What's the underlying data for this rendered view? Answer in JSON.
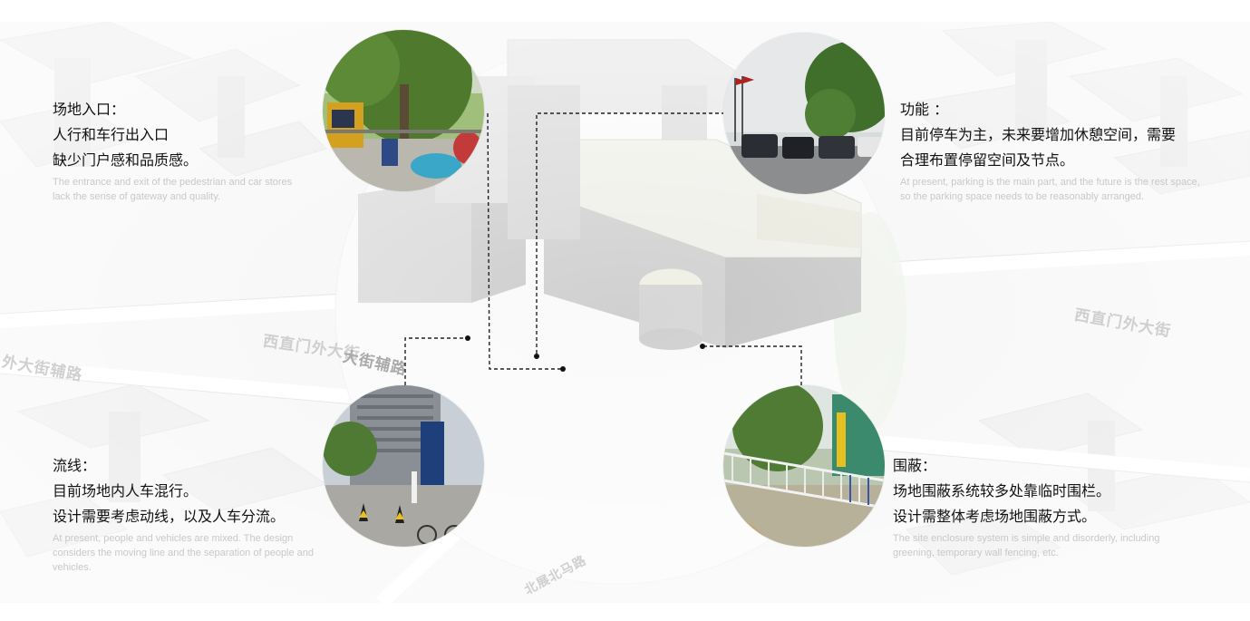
{
  "map": {
    "road_labels": [
      "西直门外大街",
      "大街辅路",
      "外大街辅路",
      "北展北马路"
    ]
  },
  "photos": [
    {
      "name": "entrance-photo",
      "subject": "entrance with trees, guard booth, parked scooters"
    },
    {
      "name": "function-photo",
      "subject": "parking lot with cars and flagpoles"
    },
    {
      "name": "circulation-photo",
      "subject": "street crossing with traffic cones and bicycles"
    },
    {
      "name": "enclosure-photo",
      "subject": "temporary white railing fence along sidewalk"
    }
  ],
  "entrance": {
    "title": "场地入口：",
    "line1": "人行和车行出入口",
    "line2": "缺少门户感和品质感。",
    "en": "The entrance and exit of the pedestrian and car stores lack the sense of gateway and quality."
  },
  "function": {
    "title": "功能 ：",
    "line1": "目前停车为主，未来要增加休憩空间，需要",
    "line2": "合理布置停留空间及节点。",
    "en": "At present, parking is the main part, and the future is the rest space, so the parking space needs to be reasonably arranged."
  },
  "circulation": {
    "title": "流线：",
    "line1": "目前场地内人车混行。",
    "line2": "设计需要考虑动线，以及人车分流。",
    "en": "At present, people and vehicles are mixed. The design considers the moving line and the separation of people and vehicles."
  },
  "enclosure": {
    "title": "围蔽：",
    "line1": "场地围蔽系统较多处靠临时围栏。",
    "line2": "设计需整体考虑场地围蔽方式。",
    "en": "The site enclosure system is simple and disorderly, including greening, temporary wall fencing, etc."
  },
  "colors": {
    "heading": "#111111",
    "english": "#c8c8c8",
    "connector": "#222222",
    "background": "#f6f6f6"
  }
}
